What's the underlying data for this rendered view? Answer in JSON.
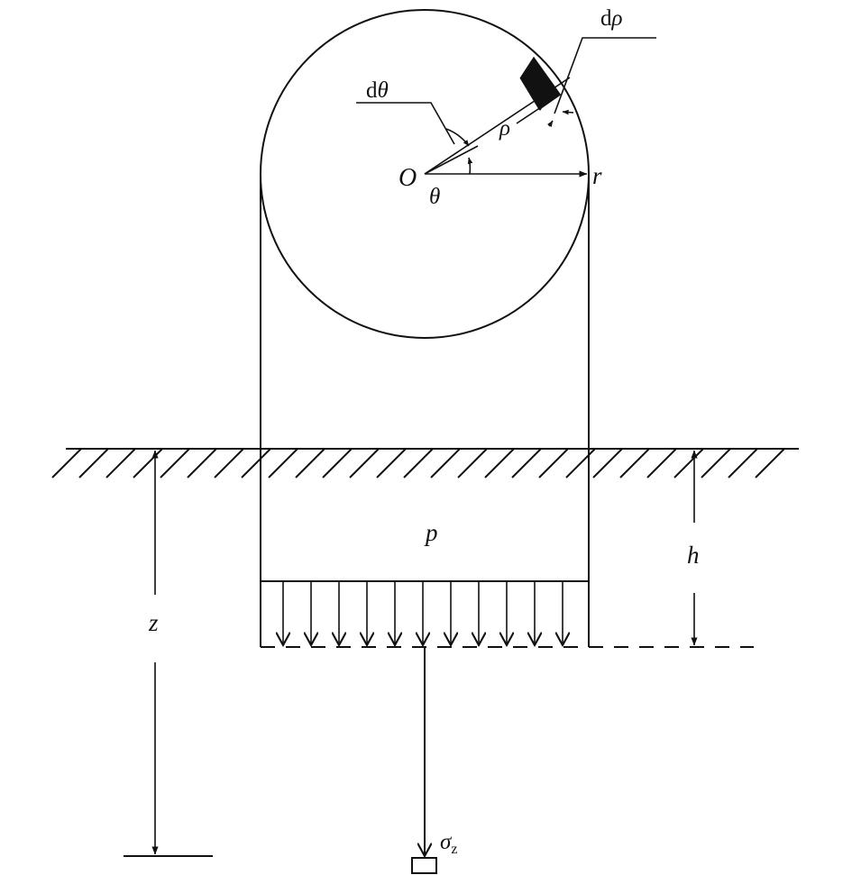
{
  "labels": {
    "d_theta_d": "d",
    "d_theta_sym": "θ",
    "d_rho_d": "d",
    "d_rho_sym": "ρ",
    "rho": "ρ",
    "origin": "O",
    "theta": "θ",
    "radius": "r",
    "load": "p",
    "depth_h": "h",
    "depth_z": "z",
    "stress_sym": "σ",
    "stress_sub": "z"
  },
  "colors": {
    "stroke": "#111111",
    "element_fill": "#111111",
    "background": "#ffffff"
  }
}
